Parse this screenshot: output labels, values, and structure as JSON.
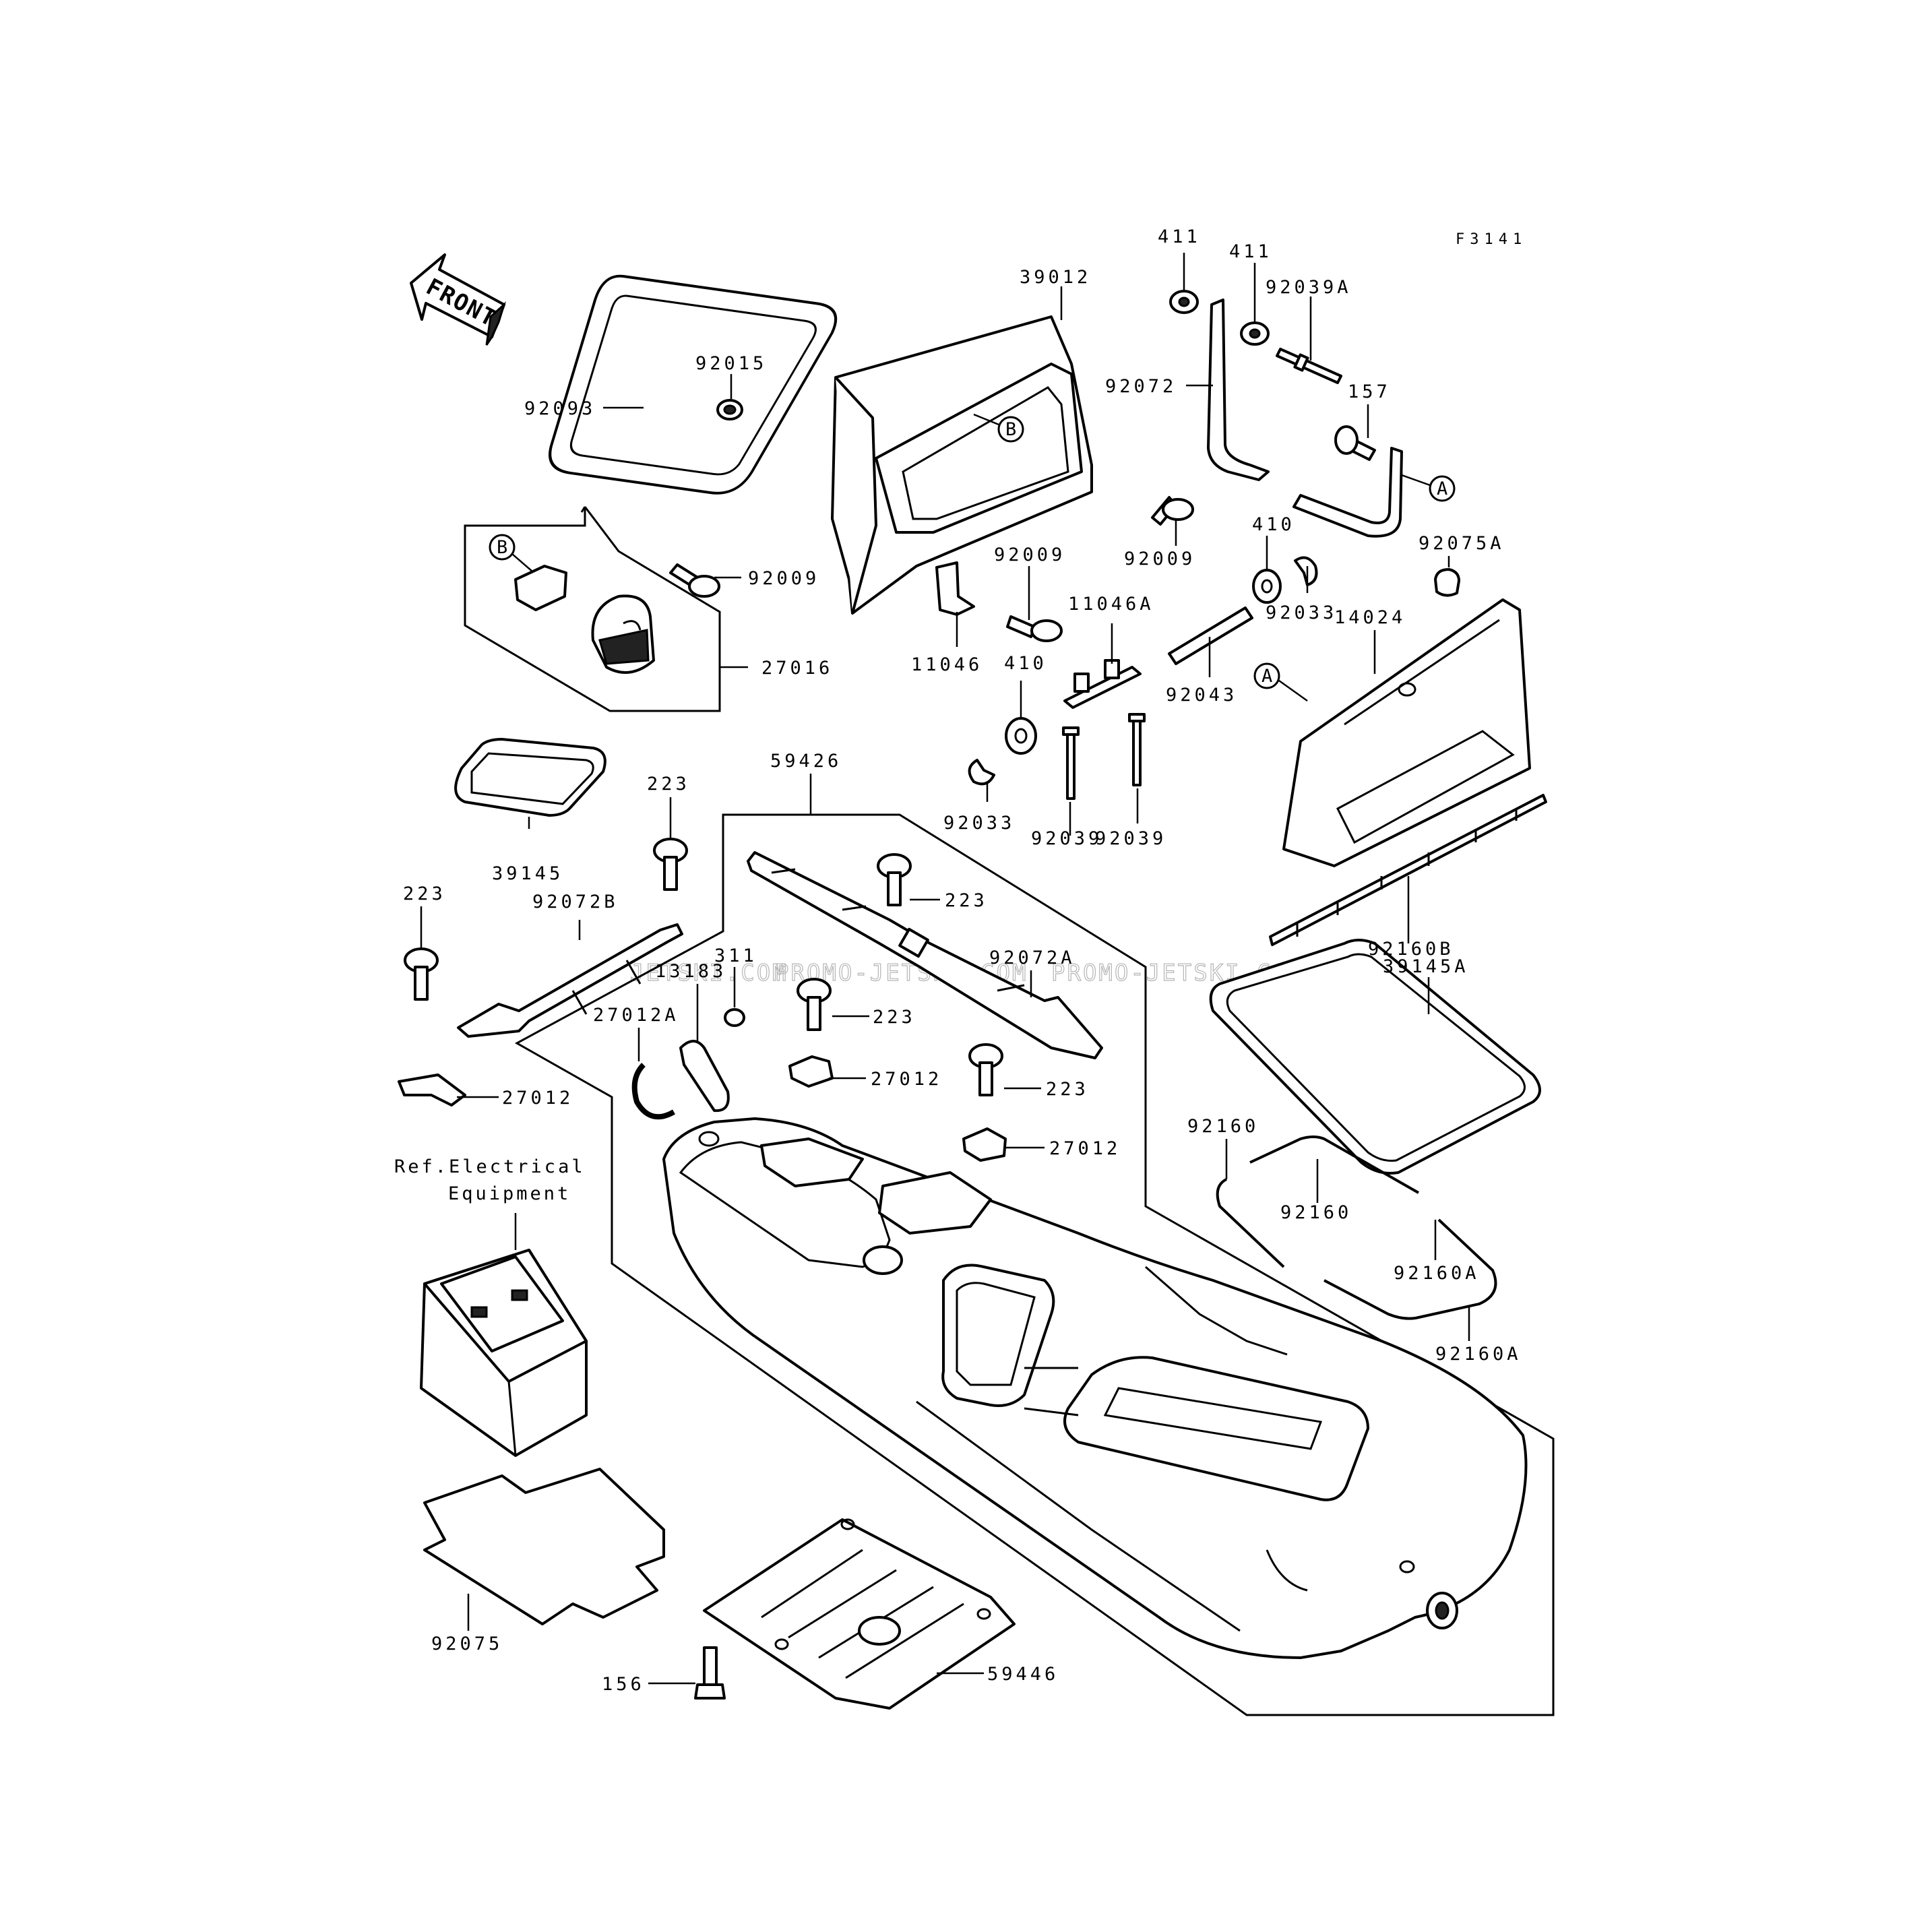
{
  "figure_code": "F3141",
  "front_label": "FRONT",
  "watermarks": [
    "JETSKI.COM",
    "PROMO-JETSKI.COM",
    "PROMO-JETSKI.COM"
  ],
  "ref_note": {
    "line1": "Ref.Electrical",
    "line2": "Equipment"
  },
  "callouts": {
    "A": "A",
    "B": "B"
  },
  "parts": {
    "p411": "411",
    "p39012": "39012",
    "p92039A": "92039A",
    "p92015": "92015",
    "p92093": "92093",
    "p92072": "92072",
    "p157": "157",
    "p92009": "92009",
    "p410": "410",
    "p92075A": "92075A",
    "p11046A": "11046A",
    "p14024": "14024",
    "p92033": "92033",
    "p27016": "27016",
    "p11046": "11046",
    "p92043": "92043",
    "p59426": "59426",
    "p223": "223",
    "p39145": "39145",
    "p92039": "92039",
    "p92072B": "92072B",
    "p311": "311",
    "p92160B": "92160B",
    "p13183": "13183",
    "p92072A": "92072A",
    "p39145A": "39145A",
    "p27012A": "27012A",
    "p27012": "27012",
    "p92160": "92160",
    "p92160A": "92160A",
    "p92075": "92075",
    "p156": "156",
    "p59446": "59446"
  }
}
